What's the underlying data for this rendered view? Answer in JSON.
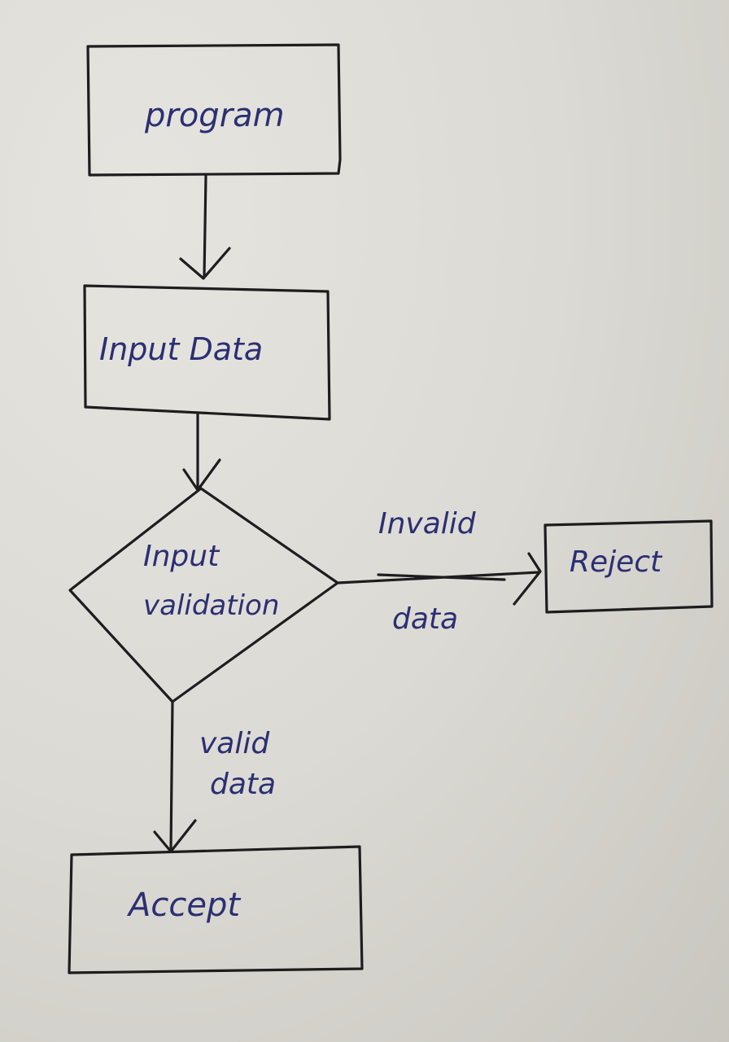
{
  "nodes": {
    "program": "program",
    "input_data": "Input Data",
    "validation_line1": "Input",
    "validation_line2": "validation",
    "reject": "Reject",
    "accept": "Accept"
  },
  "edges": {
    "invalid_line1": "Invalid",
    "invalid_line2": "data",
    "valid_line1": "valid",
    "valid_line2": "data"
  },
  "colors": {
    "ink": "#2b2f72",
    "line": "#1d1d1f"
  }
}
